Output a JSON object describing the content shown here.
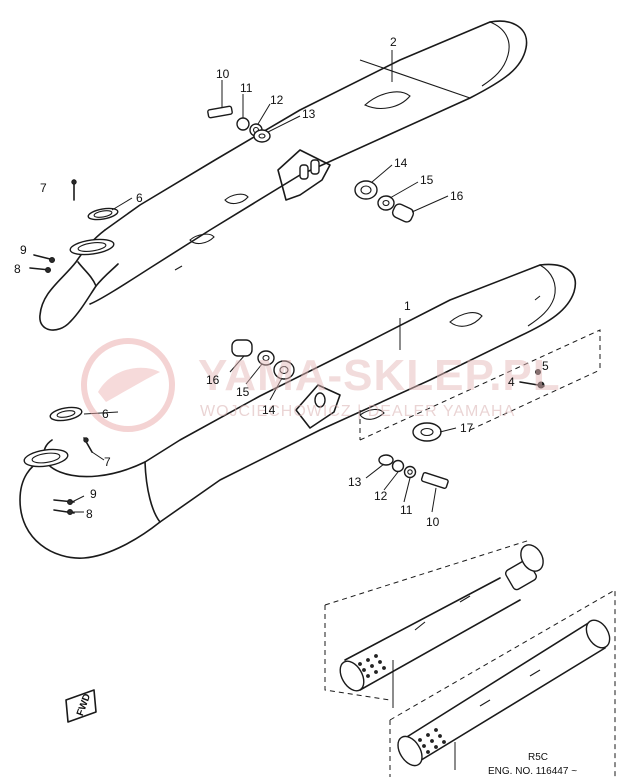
{
  "callouts": {
    "c1": "1",
    "c2": "2",
    "c4": "4",
    "c5": "5",
    "c6a": "6",
    "c6b": "6",
    "c7a": "7",
    "c7b": "7",
    "c8a": "8",
    "c8b": "8",
    "c9a": "9",
    "c9b": "9",
    "c10a": "10",
    "c10b": "10",
    "c11a": "11",
    "c11b": "11",
    "c12a": "12",
    "c12b": "12",
    "c13a": "13",
    "c13b": "13",
    "c14a": "14",
    "c14b": "14",
    "c15a": "15",
    "c15b": "15",
    "c16a": "16",
    "c16b": "16",
    "c17": "17"
  },
  "fwd_label": "FWD",
  "note": {
    "model": "R5C",
    "eng_no": "ENG. NO. 116447 ~"
  },
  "watermark": {
    "logo": "YAMA-SKLEP.PL",
    "sub": "WOJCIECHOWICZ | DEALER YAMAHA"
  }
}
